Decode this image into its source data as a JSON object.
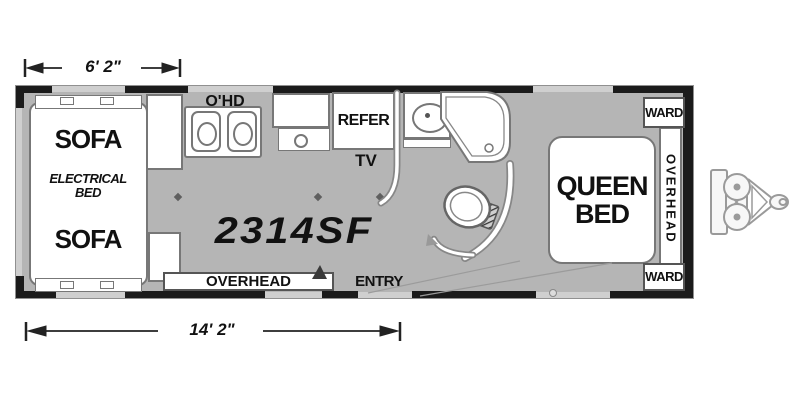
{
  "model": "2314SF",
  "dimensions": {
    "front_width": "6' 2\"",
    "main_length": "14' 2\""
  },
  "rooms": {
    "lounge": {
      "sofa_top": "SOFA",
      "electrical_bed_1": "ELECTRICAL",
      "electrical_bed_2": "BED",
      "sofa_bottom": "SOFA"
    },
    "kitchen": {
      "overhead_cabinet": "O'HD",
      "refrigerator": "REFER",
      "tv": "TV"
    },
    "bedroom": {
      "queen_1": "QUEEN",
      "queen_2": "BED",
      "overhead_cabinet": "OVERHEAD",
      "wardrobe_top": "WARD",
      "wardrobe_bottom": "WARD"
    },
    "entry_side": {
      "overhead_cabinet": "OVERHEAD",
      "entry": "ENTRY"
    }
  },
  "colors": {
    "floor": "#b5b5b5",
    "wall": "#1b1b1b",
    "fixture_outline": "#777777",
    "text": "#111111"
  }
}
